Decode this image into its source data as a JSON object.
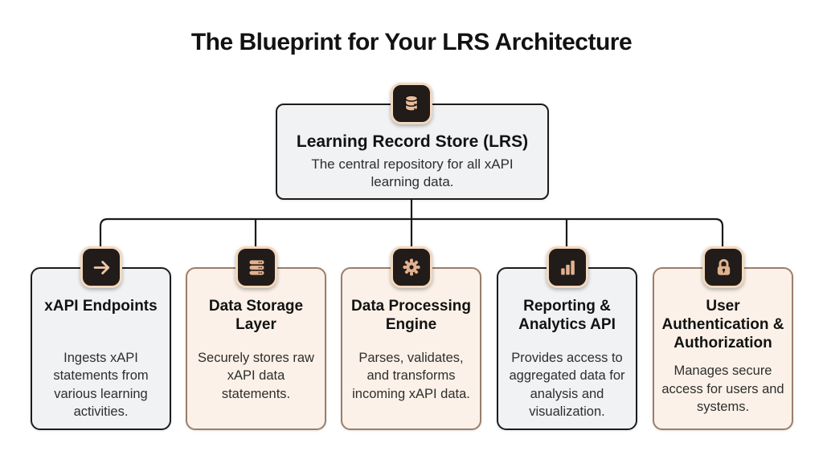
{
  "title": "The Blueprint for Your LRS Architecture",
  "root": {
    "icon": "database-icon",
    "title": "Learning Record Store (LRS)",
    "description": "The central repository for all xAPI learning data."
  },
  "children": [
    {
      "icon": "arrow-right-icon",
      "title": "xAPI Endpoints",
      "description": "Ingests xAPI statements from various learning activities.",
      "variant": "gray"
    },
    {
      "icon": "server-icon",
      "title": "Data Storage Layer",
      "description": "Securely stores raw xAPI data statements.",
      "variant": "peach"
    },
    {
      "icon": "gear-icon",
      "title": "Data Processing Engine",
      "description": "Parses, validates, and transforms incoming xAPI data.",
      "variant": "peach"
    },
    {
      "icon": "bar-chart-icon",
      "title": "Reporting & Analytics API",
      "description": "Provides access to aggregated data for analysis and visualization.",
      "variant": "gray"
    },
    {
      "icon": "lock-icon",
      "title": "User Authentication & Authorization",
      "description": "Manages secure access for users and systems.",
      "variant": "peach"
    }
  ],
  "colors": {
    "background": "#ffffff",
    "accent_peach": "#e2b190",
    "icon_chip_bg": "#211c19",
    "icon_chip_ring": "#f4d8bd",
    "card_gray_bg": "#f1f2f3",
    "card_gray_border": "#1c1c1c",
    "card_peach_bg": "#fbf1e8",
    "card_peach_border": "#9b7e6b",
    "connector_line": "#1a1a1a",
    "title_text": "#121212",
    "body_text": "#2e2e2e"
  }
}
